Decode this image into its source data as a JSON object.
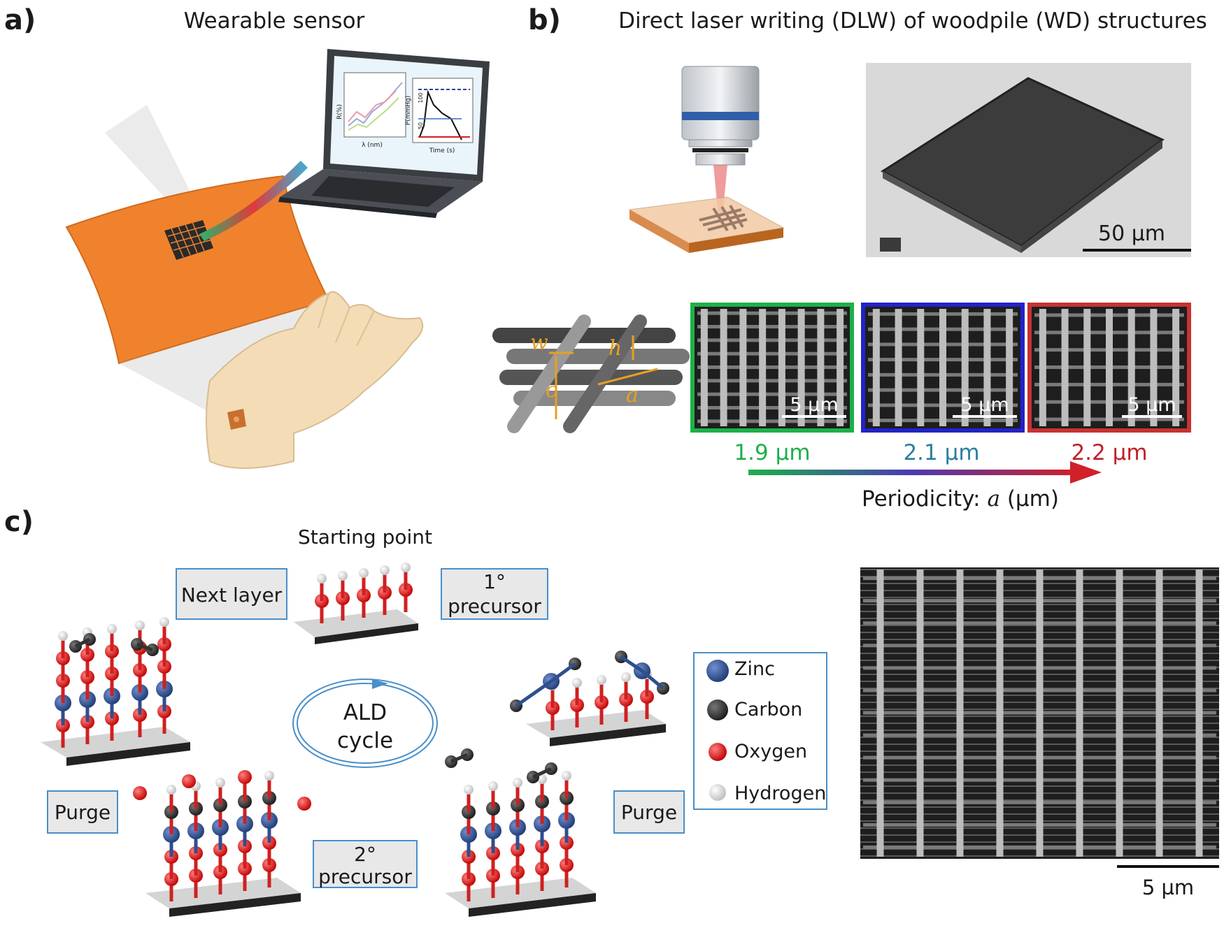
{
  "panels": {
    "a": {
      "label": "a)",
      "title": "Wearable sensor",
      "screen_left_xlabel": "λ (nm)",
      "screen_left_ylabel": "R(%)",
      "screen_right_xlabel": "Time (s)",
      "screen_right_ylabel": "P(mmHg)",
      "screen_right_ytick1": "100",
      "screen_right_ytick2": "50"
    },
    "b": {
      "label": "b)",
      "title": "Direct laser writing (DLW) of woodpile (WD) structures",
      "sem_scale": "50 µm",
      "geom_labels": {
        "w": "w",
        "h": "h",
        "c": "c",
        "a": "a"
      },
      "samples": [
        {
          "scale": "5 µm",
          "value": "1.9 µm",
          "color": "#1db04a"
        },
        {
          "scale": "5 µm",
          "value": "2.1 µm",
          "color": "#2323c8"
        },
        {
          "scale": "5 µm",
          "value": "2.2 µm",
          "color": "#c83232"
        }
      ],
      "value_colors": [
        "#1db04a",
        "#2a7f9f",
        "#c0202a"
      ],
      "periodicity_prefix": "Periodicity: ",
      "periodicity_var": "a",
      "periodicity_unit": " (µm)"
    },
    "c": {
      "label": "c)",
      "starting_point": "Starting point",
      "boxes": {
        "next_layer": "Next layer",
        "precursor1_line1": "1°",
        "precursor1_line2": "precursor",
        "purge_left": "Purge",
        "purge_right": "Purge",
        "precursor2_line1": "2°",
        "precursor2_line2": "precursor"
      },
      "cycle_line1": "ALD",
      "cycle_line2": "cycle",
      "legend": [
        {
          "label": "Zinc",
          "color": "#2e4f8e"
        },
        {
          "label": "Carbon",
          "color": "#333333"
        },
        {
          "label": "Oxygen",
          "color": "#e02020"
        },
        {
          "label": "Hydrogen",
          "color": "#e6e6e6"
        }
      ],
      "sem_scale": "5 µm"
    }
  }
}
